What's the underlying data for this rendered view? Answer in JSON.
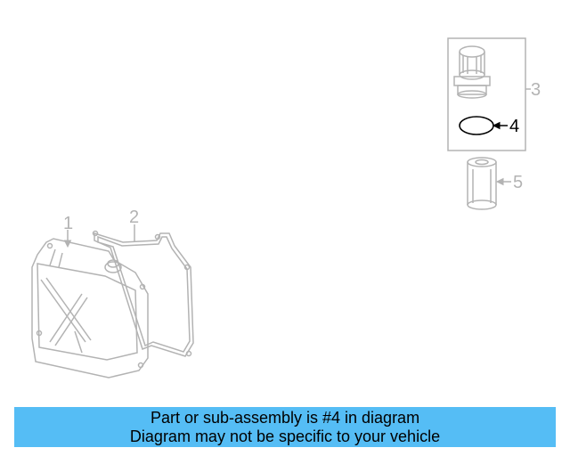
{
  "colors": {
    "highlight": "#000000",
    "dimmed": "#b3b3b3",
    "banner_background": "#55bdf5",
    "banner_text": "#000000"
  },
  "callouts": [
    {
      "number": "1",
      "highlighted": false
    },
    {
      "number": "2",
      "highlighted": false
    },
    {
      "number": "3",
      "highlighted": false
    },
    {
      "number": "4",
      "highlighted": true
    },
    {
      "number": "5",
      "highlighted": false
    }
  ],
  "banner": {
    "line1": "Part or sub-assembly is #4 in diagram",
    "line2": "Diagram may not be specific to your vehicle"
  }
}
